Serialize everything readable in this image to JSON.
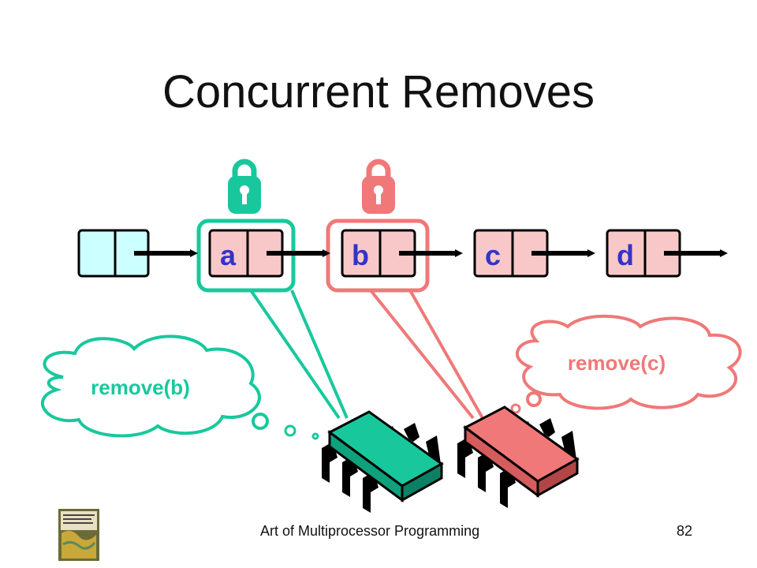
{
  "slide": {
    "title": "Concurrent Removes",
    "footer": "Art of Multiprocessor Programming",
    "page_number": "82"
  },
  "colors": {
    "green": "#18c89c",
    "red": "#f07878",
    "head_fill": "#ccffff",
    "node_fill": "#f8c8c8",
    "label_blue": "#3333cc"
  },
  "list": {
    "nodes": [
      {
        "label": ""
      },
      {
        "label": "a"
      },
      {
        "label": "b"
      },
      {
        "label": "c"
      },
      {
        "label": "d"
      }
    ]
  },
  "threads": [
    {
      "thought": "remove(b)",
      "color": "green",
      "lock_icon": "lock-icon"
    },
    {
      "thought": "remove(c)",
      "color": "red",
      "lock_icon": "lock-icon"
    }
  ]
}
